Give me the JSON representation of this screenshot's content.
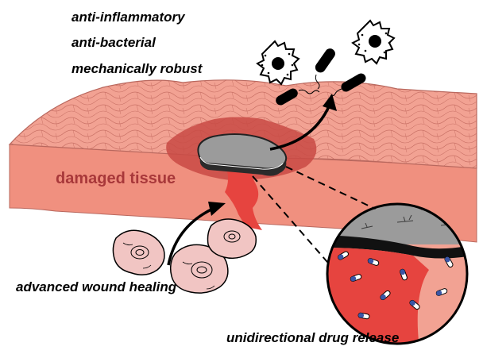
{
  "properties": [
    "anti-inflammatory",
    "anti-bacterial",
    "mechanically robust"
  ],
  "labels": {
    "damaged_tissue": "damaged tissue",
    "wound_healing": "advanced wound healing",
    "drug_release": "unidirectional drug release"
  },
  "colors": {
    "skin_top": "#f2a293",
    "skin_cell_stroke": "#c56c61",
    "tissue_side": "#f0907f",
    "wound": "#e6443f",
    "wound_dark": "#b03b35",
    "damaged_text": "#a8383a",
    "patch_gray": "#9b9b9b",
    "cell_pink": "#f1c5c3"
  },
  "icons": [
    "macrophage-icon",
    "bacteria-icon",
    "tissue-cell-icon",
    "drug-capsule-icon",
    "hydrogel-patch-icon"
  ]
}
